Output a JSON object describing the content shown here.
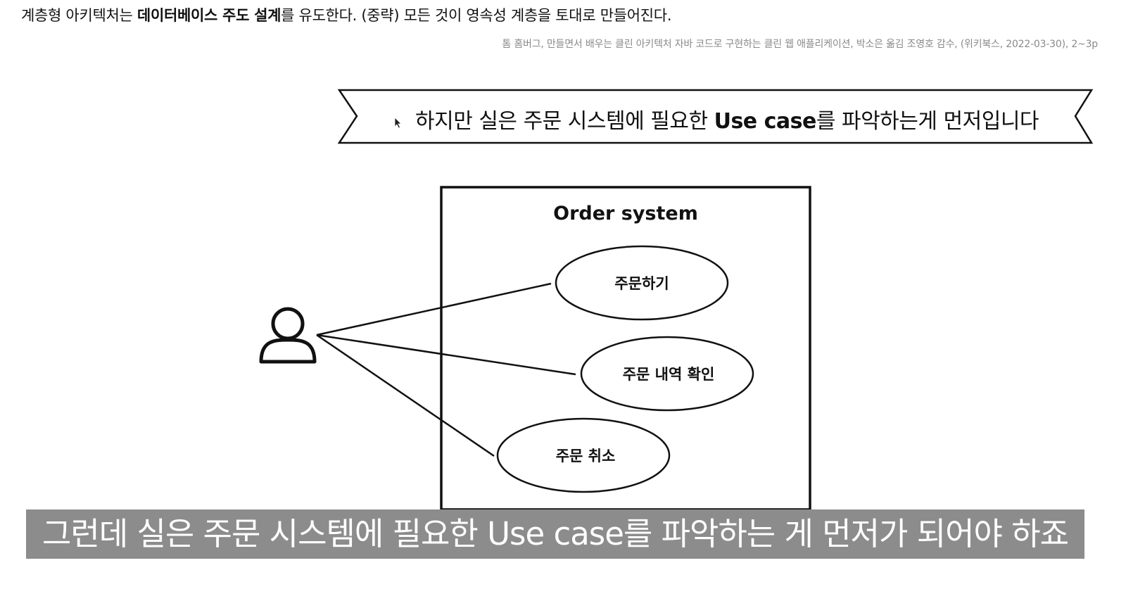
{
  "quote": {
    "part1": "계층형 아키텍처는 ",
    "bold": "데이터베이스 주도 설계",
    "part2": "를 유도한다. (중략) 모든 것이 영속성 계층을 토대로 만들어진다."
  },
  "citation": "톰 홈버그, 만들면서 배우는 클린 아키텍처 자바 코드로 구현하는 클린 웹 애플리케이션, 박소은 옮김 조영호 감수, (위키북스, 2022-03-30), 2~3p",
  "banner": {
    "prefix": "하지만 실은 주문 시스템에 필요한 ",
    "bold": "Use case",
    "suffix": "를 파악하는게 먼저입니다"
  },
  "diagram": {
    "system_title": "Order system",
    "use_cases": [
      "주문하기",
      "주문 내역 확인",
      "주문 취소"
    ],
    "actor_icon": "person-icon"
  },
  "subtitle": "그런데 실은 주문 시스템에 필요한 Use case를 파악하는 게 먼저가 되어야 하죠",
  "colors": {
    "subtitle_bg": "#8c8c8c",
    "citation": "#8a8a8a",
    "stroke": "#111111"
  }
}
